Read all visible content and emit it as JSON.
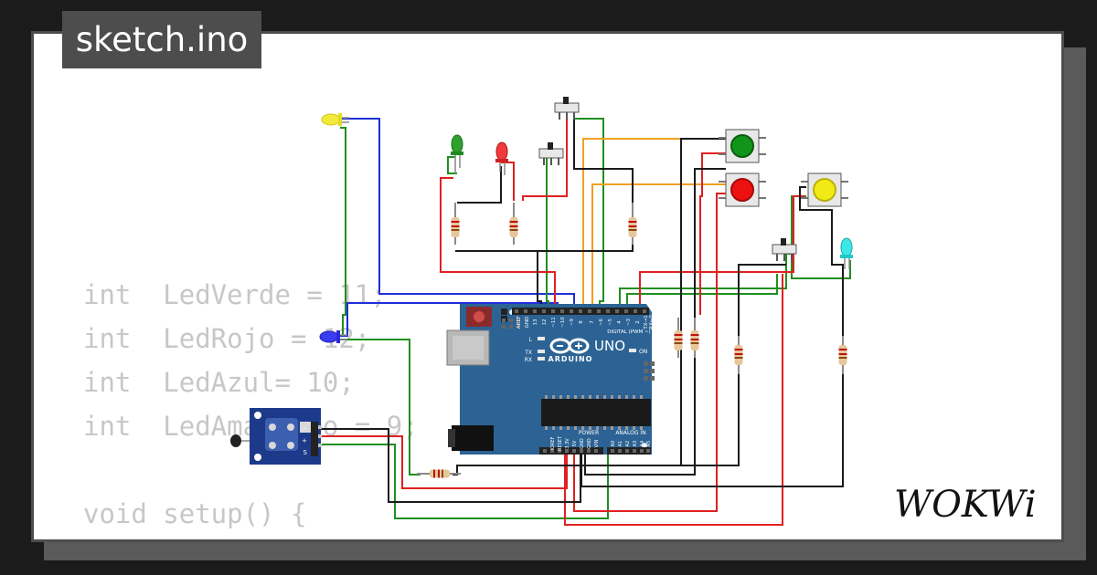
{
  "header": {
    "title": "sketch.ino"
  },
  "code_lines": [
    "int  LedVerde = 11;",
    "int  LedRojo = 12;",
    "int  LedAzul= 10;",
    "int  LedAmarillo = 9;",
    "",
    "void setup() {"
  ],
  "board": {
    "name": "UNO",
    "brand": "ARDUINO",
    "digital_label": "DIGITAL (PWM ~)",
    "power_label": "POWER",
    "analog_label": "ANALOG IN",
    "aref": "AREF",
    "gnd": "GND",
    "tx": "TX",
    "rx": "RX",
    "l": "L",
    "on": "ON",
    "digital_pins": [
      "13",
      "12",
      "~11",
      "~10",
      "~9",
      "8",
      "7",
      "~6",
      "~5",
      "4",
      "~3",
      "2",
      "TX→1",
      "RX←0"
    ],
    "power_pins": [
      "IOREF",
      "RESET",
      "3.3V",
      "5V",
      "GND",
      "GND",
      "VIN"
    ],
    "analog_pins": [
      "A0",
      "A1",
      "A2",
      "A3",
      "A4",
      "A5"
    ]
  },
  "sensor": {
    "pins": [
      "−",
      "+",
      "S"
    ]
  },
  "brand": {
    "name": "WOKWi"
  },
  "colors": {
    "background": "#1b1b1b",
    "card": "#ffffff",
    "title_box": "#4d4d4d",
    "board": "#2c6394",
    "wire_red": "#e02020",
    "wire_black": "#1a1a1a",
    "wire_green": "#1f8f1f",
    "wire_blue": "#1f2fd8",
    "wire_orange": "#f0a020"
  }
}
